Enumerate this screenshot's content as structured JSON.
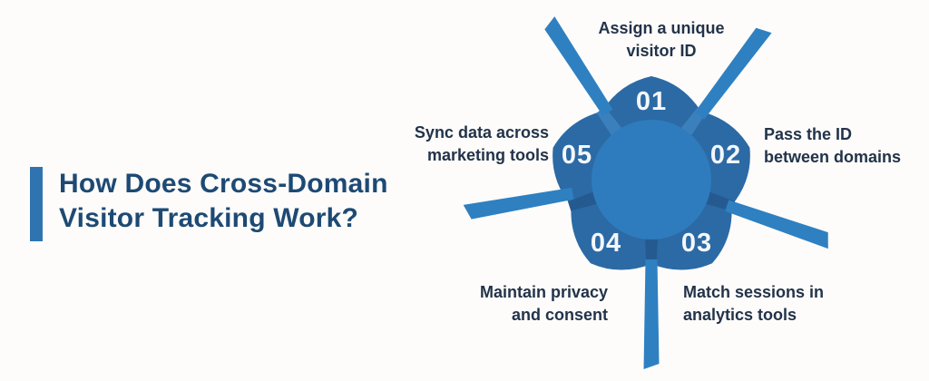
{
  "title": {
    "text": "How Does Cross-Domain\nVisitor Tracking Work?"
  },
  "diagram": {
    "steps": [
      {
        "number": "01",
        "label": "Assign a unique\nvisitor ID"
      },
      {
        "number": "02",
        "label": "Pass the ID\nbetween domains"
      },
      {
        "number": "03",
        "label": "Match sessions in\nanalytics tools"
      },
      {
        "number": "04",
        "label": "Maintain privacy\nand consent"
      },
      {
        "number": "05",
        "label": "Sync data across\nmarketing tools"
      }
    ]
  },
  "colors": {
    "background": "#fdfcfa",
    "title_text": "#1d4a74",
    "accent_bar": "#2f74b1",
    "label_text": "#22334a",
    "petal": "#2c6aa5",
    "petal_shade_dark": "#255a91",
    "petal_shade_light": "#3b80bc",
    "ray": "#2e80c1",
    "center_circle": "#2e7cbd",
    "number_text": "#f4f7fb"
  }
}
